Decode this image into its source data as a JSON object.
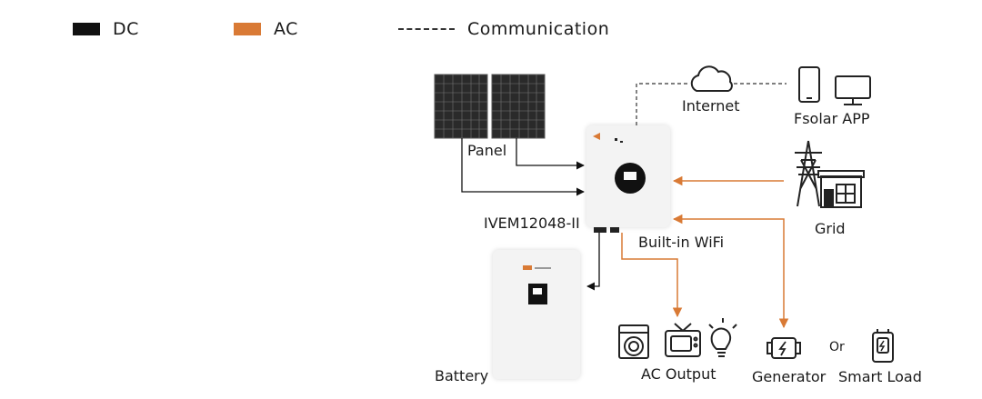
{
  "legend": {
    "dc": {
      "label": "DC",
      "color": "#111111"
    },
    "ac": {
      "label": "AC",
      "color": "#d97a35"
    },
    "comm": {
      "label": "Communication"
    }
  },
  "nodes": {
    "panel": "Panel",
    "internet": "Internet",
    "app": "Fsolar APP",
    "grid": "Grid",
    "inverter": "IVEM12048-II",
    "wifi": "Built-in WiFi",
    "battery": "Battery",
    "ac_output": "AC Output",
    "generator": "Generator",
    "or": "Or",
    "smart_load": "Smart Load"
  },
  "colors": {
    "ac": "#d97a35",
    "dc": "#111111",
    "comm": "#333333",
    "device": "#f3f3f3"
  }
}
